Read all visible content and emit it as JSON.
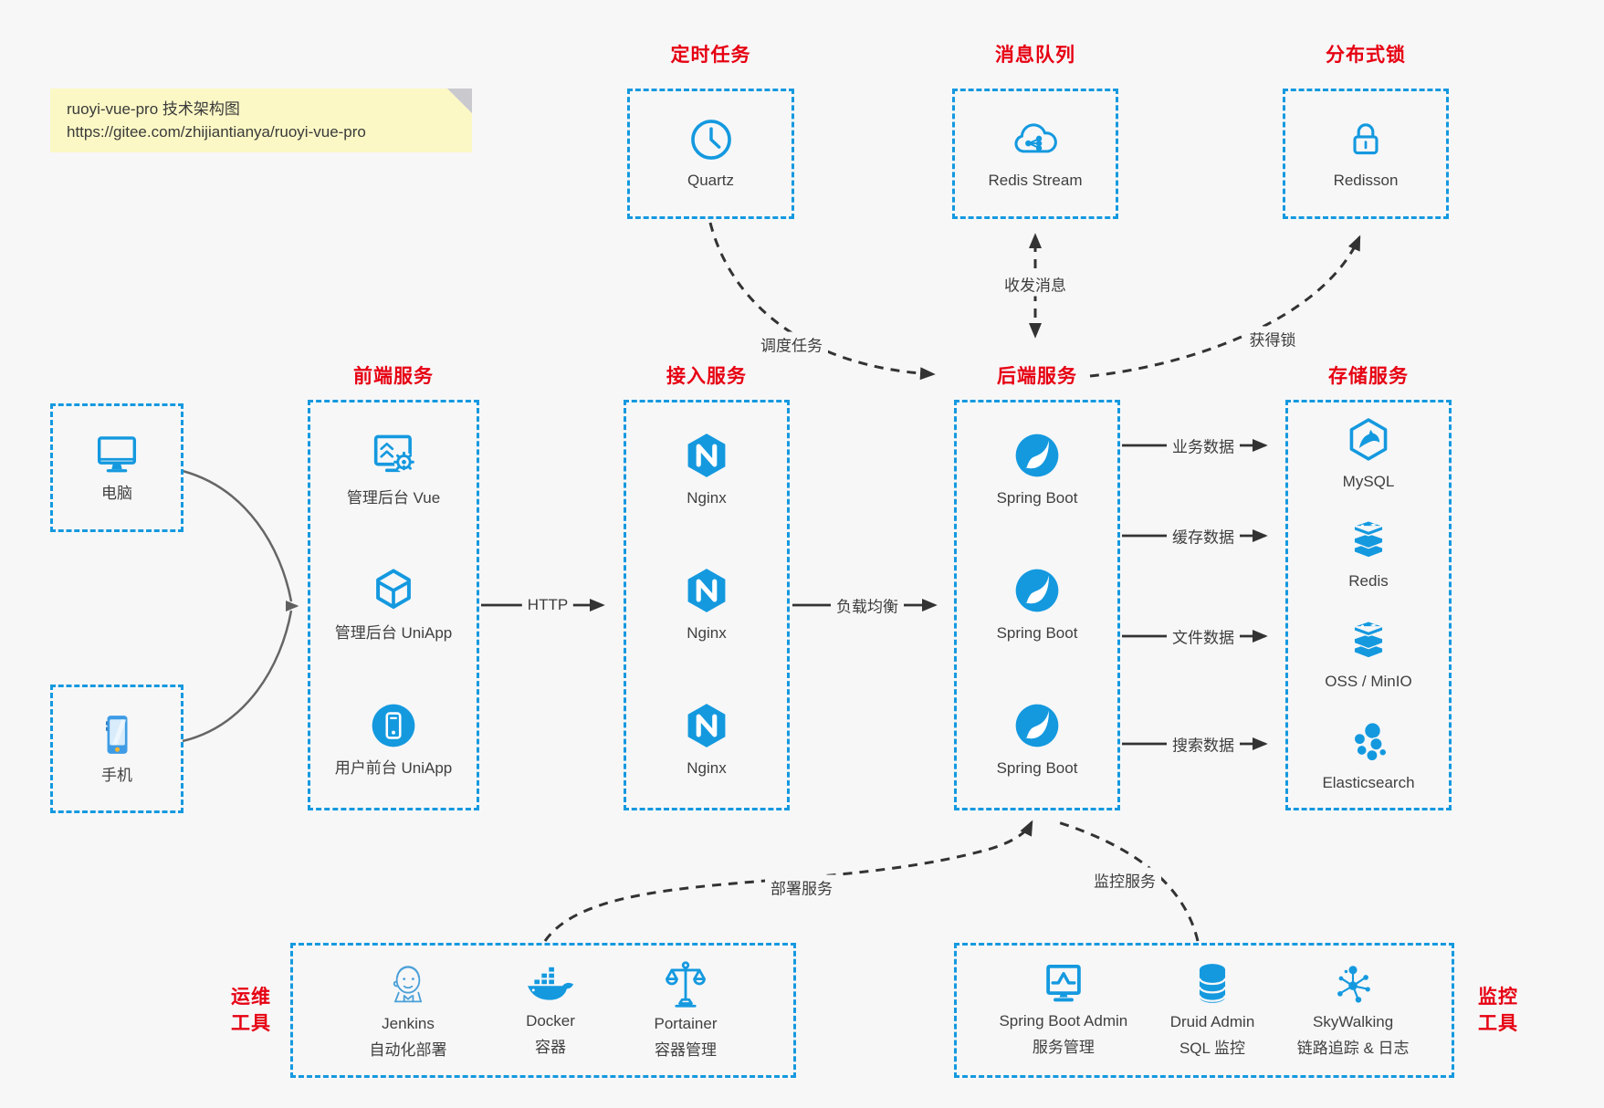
{
  "note": {
    "line1": "ruoyi-vue-pro 技术架构图",
    "line2": "https://gitee.com/zhijiantianya/ruoyi-vue-pro"
  },
  "groups": {
    "scheduler": {
      "title": "定时任务",
      "items": [
        "Quartz"
      ]
    },
    "mq": {
      "title": "消息队列",
      "items": [
        "Redis Stream"
      ]
    },
    "lock": {
      "title": "分布式锁",
      "items": [
        "Redisson"
      ]
    },
    "clients": {
      "computer": "电脑",
      "phone": "手机"
    },
    "frontend": {
      "title": "前端服务",
      "items": [
        "管理后台 Vue",
        "管理后台 UniApp",
        "用户前台 UniApp"
      ]
    },
    "gateway": {
      "title": "接入服务",
      "items": [
        "Nginx",
        "Nginx",
        "Nginx"
      ]
    },
    "backend": {
      "title": "后端服务",
      "items": [
        "Spring Boot",
        "Spring Boot",
        "Spring Boot"
      ]
    },
    "storage": {
      "title": "存储服务",
      "items": [
        "MySQL",
        "Redis",
        "OSS / MinIO",
        "Elasticsearch"
      ]
    },
    "ops": {
      "title_line1": "运维",
      "title_line2": "工具",
      "items": [
        [
          "Jenkins",
          "自动化部署"
        ],
        [
          "Docker",
          "容器"
        ],
        [
          "Portainer",
          "容器管理"
        ]
      ]
    },
    "monitor": {
      "title_line1": "监控",
      "title_line2": "工具",
      "items": [
        [
          "Spring Boot Admin",
          "服务管理"
        ],
        [
          "Druid Admin",
          "SQL 监控"
        ],
        [
          "SkyWalking",
          "链路追踪 & 日志"
        ]
      ]
    }
  },
  "edges": {
    "http": "HTTP",
    "load_balance": "负载均衡",
    "schedule": "调度任务",
    "message": "收发消息",
    "acquire_lock": "获得锁",
    "business_data": "业务数据",
    "cache_data": "缓存数据",
    "file_data": "文件数据",
    "search_data": "搜索数据",
    "deploy": "部署服务",
    "monitoring": "监控服务"
  },
  "colors": {
    "accent_blue": "#1499df",
    "title_red": "#e60012",
    "note_bg": "#fbf8c5",
    "arrow_dark": "#333333",
    "arrow_gray": "#666666",
    "background": "#f7f7f8"
  }
}
